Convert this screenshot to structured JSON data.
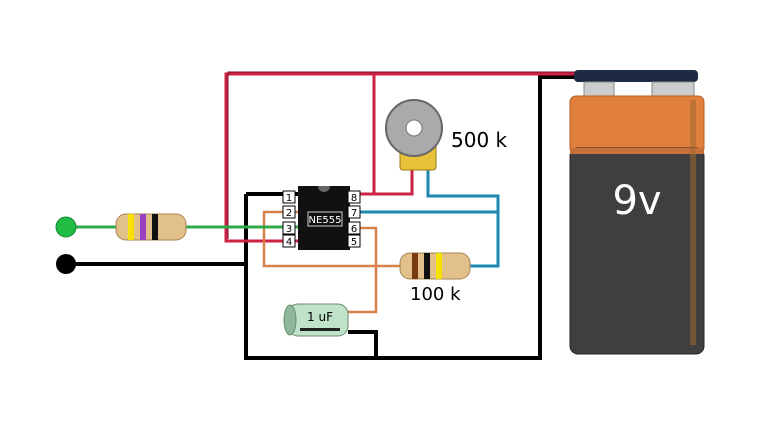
{
  "battery": {
    "label": "9v",
    "body_top_color": "#e07f3e",
    "body_bottom_color": "#3f3f3f"
  },
  "chip": {
    "label": "NE555",
    "pins_left": [
      "1",
      "2",
      "3",
      "4"
    ],
    "pins_right": [
      "8",
      "7",
      "6",
      "5"
    ]
  },
  "potentiometer": {
    "label": "500 k"
  },
  "resistor_timing": {
    "label": "100 k"
  },
  "capacitor": {
    "label": "1 uF"
  },
  "wire_colors": {
    "positive": "#cc2244",
    "ground": "#000000",
    "timing": "#1e88b0",
    "threshold": "#d8804a",
    "output": "#2eaa4a"
  }
}
